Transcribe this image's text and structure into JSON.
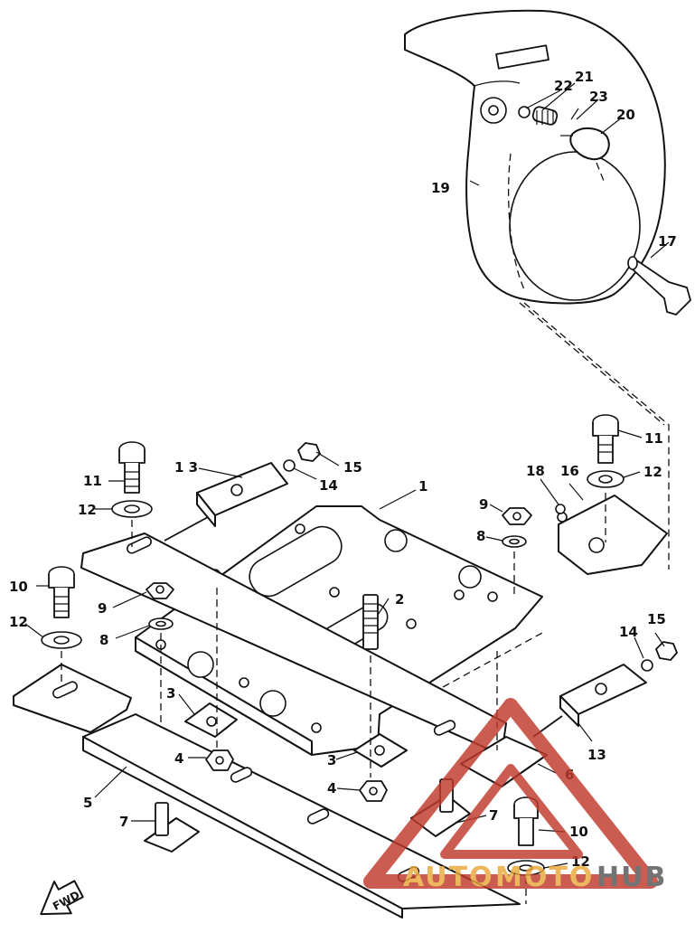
{
  "callouts": {
    "n1": "1",
    "n2": "2",
    "n3a": "3",
    "n3b": "3",
    "n4a": "4",
    "n4b": "4",
    "n5": "5",
    "n6": "6",
    "n7a": "7",
    "n7b": "7",
    "n8a": "8",
    "n8b": "8",
    "n9a": "9",
    "n9b": "9",
    "n10a": "10",
    "n10b": "10",
    "n11a": "11",
    "n11b": "11",
    "n12a": "12",
    "n12b": "12",
    "n12c": "12",
    "n13a": "1 3",
    "n13b": "13",
    "n14a": "14",
    "n14b": "14",
    "n15a": "15",
    "n15b": "15",
    "n16": "16",
    "n17": "17",
    "n18": "18",
    "n19": "19",
    "n20": "20",
    "n21": "21",
    "n22": "22",
    "n23": "23"
  },
  "fwd_label": "FWD",
  "watermark": {
    "part1": "AUTO",
    "part2": "MOTO",
    "part3": "HUB",
    "color_red": "#c0392b",
    "color_orange": "#e8a83a",
    "color_gray": "#555555"
  }
}
